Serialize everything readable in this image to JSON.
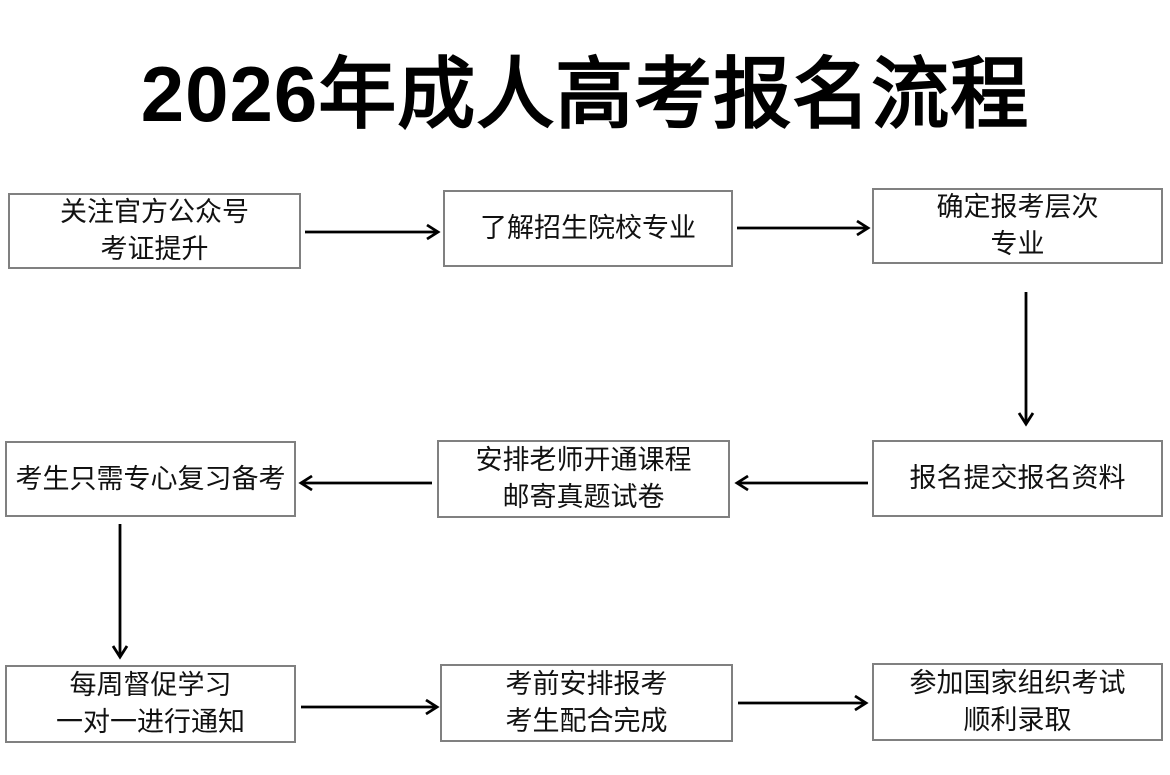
{
  "title": "2026年成人高考报名流程",
  "colors": {
    "background": "#ffffff",
    "box_border": "#808080",
    "box_text": "#111111",
    "arrow": "#000000",
    "title_text": "#000000"
  },
  "flow": {
    "nodes": [
      {
        "step": 1,
        "lines": [
          "关注官方公众号",
          "考证提升"
        ]
      },
      {
        "step": 2,
        "lines": [
          "了解招生院校专业"
        ]
      },
      {
        "step": 3,
        "lines": [
          "确定报考层次",
          "专业"
        ]
      },
      {
        "step": 4,
        "lines": [
          "报名提交报名资料"
        ]
      },
      {
        "step": 5,
        "lines": [
          "安排老师开通课程",
          "邮寄真题试卷"
        ]
      },
      {
        "step": 6,
        "lines": [
          "考生只需专心复习备考"
        ]
      },
      {
        "step": 7,
        "lines": [
          "每周督促学习",
          "一对一进行通知"
        ]
      },
      {
        "step": 8,
        "lines": [
          "考前安排报考",
          "考生配合完成"
        ]
      },
      {
        "step": 9,
        "lines": [
          "参加国家组织考试",
          "顺利录取"
        ]
      }
    ],
    "edges": [
      {
        "from": 1,
        "to": 2,
        "direction": "right"
      },
      {
        "from": 2,
        "to": 3,
        "direction": "right"
      },
      {
        "from": 3,
        "to": 4,
        "direction": "down"
      },
      {
        "from": 4,
        "to": 5,
        "direction": "left"
      },
      {
        "from": 5,
        "to": 6,
        "direction": "left"
      },
      {
        "from": 6,
        "to": 7,
        "direction": "down"
      },
      {
        "from": 7,
        "to": 8,
        "direction": "right"
      },
      {
        "from": 8,
        "to": 9,
        "direction": "right"
      }
    ]
  }
}
